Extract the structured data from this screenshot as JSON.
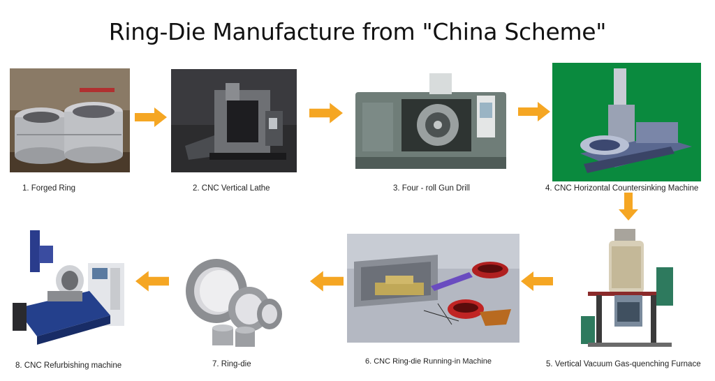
{
  "title": "Ring-Die Manufacture from \"China Scheme\"",
  "steps": [
    {
      "label": "1. Forged Ring"
    },
    {
      "label": "2. CNC Vertical Lathe"
    },
    {
      "label": "3. Four - roll Gun Drill"
    },
    {
      "label": "4. CNC Horizontal Countersinking Machine"
    },
    {
      "label": "5. Vertical Vacuum Gas-quenching Furnace"
    },
    {
      "label": "6. CNC Ring-die Running-in Machine"
    },
    {
      "label": "7. Ring-die"
    },
    {
      "label": "8. CNC Refurbishing machine"
    }
  ],
  "colors": {
    "arrow": "#f5a623",
    "step4_background": "#0a8a3e"
  }
}
